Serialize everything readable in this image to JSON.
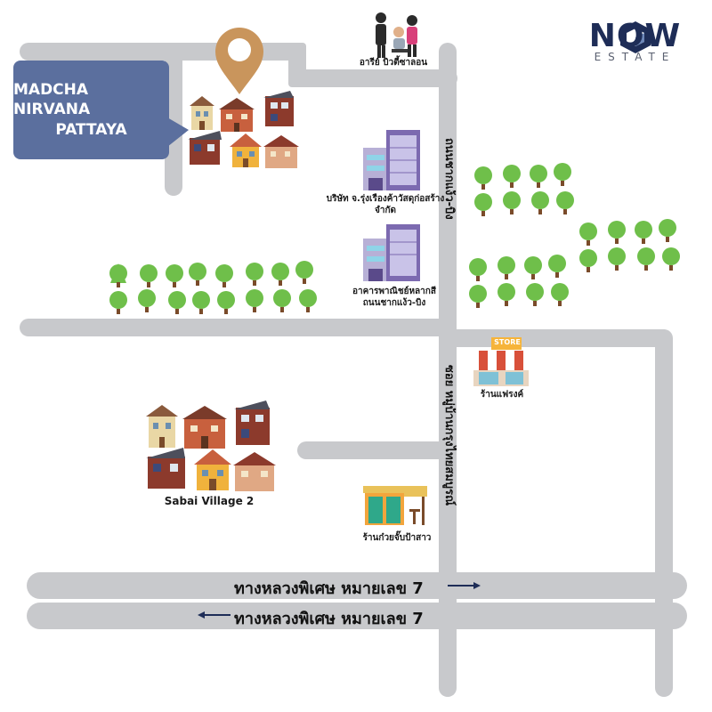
{
  "brand": {
    "word": "NOW",
    "sub": "ESTATE",
    "color": "#1e2d57"
  },
  "project": {
    "line1": "MADCHA NIRVANA",
    "line2": "PATTAYA",
    "color": "#5b6f9e"
  },
  "landmarks": {
    "salon": "อารีย์ บิวตี้ซาลอน",
    "company_line1": "บริษัท จ.รุ่งเรืองค้าวัสดุก่อสร้าง",
    "company_line2": "จำกัด",
    "paint_line1": "อาคารพาณิชย์หลากสี",
    "paint_line2": "ถนนชากแง้ว-บิง",
    "store_sign": "STORE",
    "store_name": "ร้านแฟรงค์",
    "village": "Sabai Village 2",
    "noodle_shop": "ร้านก๋วยจั๊บป้าสาว"
  },
  "roads": {
    "vertical_upper": "ถนนชากแง้ว-บิง",
    "vertical_lower": "ซอย หมู่บ้านกรุงไทยสมบูรณ์",
    "highway_east": "ทางหลวงพิเศษ หมายเลข 7",
    "highway_west": "ทางหลวงพิเศษ หมายเลข 7"
  },
  "colors": {
    "road": "#c8c9cc",
    "tree": "#6fbf4a",
    "trunk": "#7a4b2a",
    "pin": "#c9955c"
  }
}
